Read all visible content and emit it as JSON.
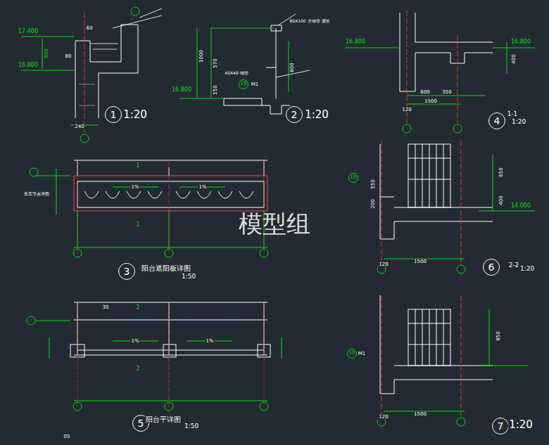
{
  "diagram": {
    "nodes": [
      {
        "text": [
          "1"
        ]
      },
      {
        "text": [
          "2"
        ]
      },
      {
        "text": [
          "4"
        ]
      },
      {
        "text": [
          "3"
        ]
      },
      {
        "text": [
          "6"
        ]
      },
      {
        "text": [
          "5"
        ]
      },
      {
        "text": [
          "7"
        ]
      },
      {
        "text": [
          "19"
        ]
      },
      {
        "text": [
          "19"
        ]
      },
      {
        "text": [
          "19"
        ]
      }
    ],
    "labels": [
      "17.400",
      "16.800",
      "600",
      "240",
      "60",
      "80",
      "1:20",
      "1:20",
      "16.800",
      "1000",
      "570",
      "800",
      "150",
      "80X100 方钢管 通长",
      "40X40 钢管",
      "M1",
      "16.800",
      "16.800",
      "400",
      "600",
      "350",
      "1500",
      "120",
      "1-1",
      "1:20",
      "1%",
      "1%",
      "1",
      "1",
      "阳台遮阳板详图",
      "1:50",
      "1500",
      "120",
      "14.000",
      "650",
      "400",
      "550",
      "200",
      "2-2",
      "1:20",
      "30",
      "1%",
      "1%",
      "2",
      "2",
      "阳台平详图",
      "1:50",
      "1500",
      "120",
      "950",
      "M1",
      "1:20",
      "05",
      "模型组",
      "车库节点详图"
    ]
  }
}
